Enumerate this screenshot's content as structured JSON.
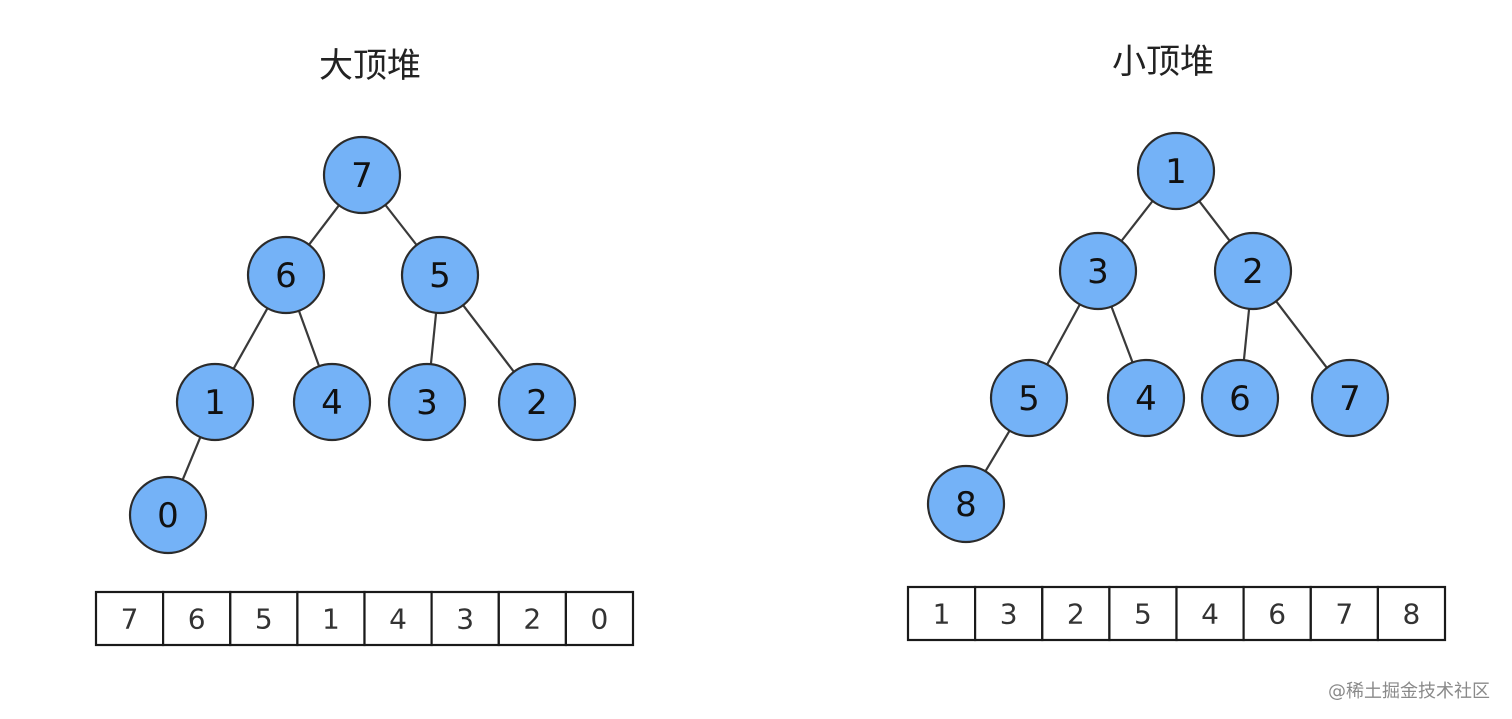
{
  "colors": {
    "node_fill": "#74b2f7",
    "node_stroke": "#2b2b2b",
    "edge": "#3a3a3a",
    "cell_border": "#1a1a1a"
  },
  "max_heap": {
    "title": "大顶堆",
    "nodes": [
      "7",
      "6",
      "5",
      "1",
      "4",
      "3",
      "2",
      "0"
    ],
    "array": [
      "7",
      "6",
      "5",
      "1",
      "4",
      "3",
      "2",
      "0"
    ]
  },
  "min_heap": {
    "title": "小顶堆",
    "nodes": [
      "1",
      "3",
      "2",
      "5",
      "4",
      "6",
      "7",
      "8"
    ],
    "array": [
      "1",
      "3",
      "2",
      "5",
      "4",
      "6",
      "7",
      "8"
    ]
  },
  "watermark": "@稀土掘金技术社区"
}
